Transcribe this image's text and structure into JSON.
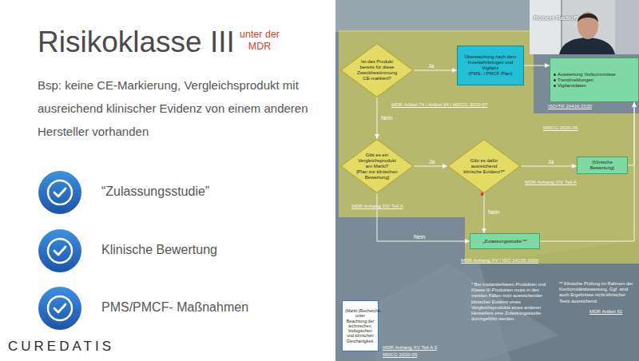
{
  "diagram": {
    "title": "Risikoklasse III",
    "nodes": [
      {
        "text": [
          "Ist das Produkt bereits für diese Zweckbestimmung CE-markiert?"
        ]
      },
      {
        "text": [
          "Überwachung nach dem Inverkehrbringen und Vigilanz",
          "(PMS- / PMCF-Plan)"
        ]
      },
      {
        "text": [
          "Auswertung Vorkommnisse",
          "Trendmeldungen",
          "Vigilanzdaten"
        ]
      },
      {
        "text": [
          "Gibt es ein Vergleichsprodukt am Markt?",
          "[Plan zur klinischen Bewertung]"
        ]
      },
      {
        "text": [
          "Gibt es dafür ausreichend klinische Evidenz?*"
        ]
      },
      {
        "text": [
          "(Klinische Bewertung)"
        ]
      },
      {
        "text": [
          "„Zulassungsstudie“**"
        ]
      },
      {
        "text": [
          "(Markt-)Recherche unter Beachtung der technischen, biologischen und klinischen Gleichartigkeit."
        ]
      }
    ],
    "edges": [
      {
        "from": 0,
        "to": 1,
        "arrow": "to",
        "label": "Ja"
      },
      {
        "from": 1,
        "to": 2,
        "arrow": "to"
      },
      {
        "from": 0,
        "to": 3,
        "arrow": "to",
        "label": "Nein"
      },
      {
        "from": 3,
        "to": 4,
        "arrow": "to",
        "label": "Ja"
      },
      {
        "from": 4,
        "to": 5,
        "arrow": "to",
        "label": "Ja"
      },
      {
        "from": 4,
        "to": 6,
        "arrow": "to",
        "label": "Nein"
      },
      {
        "from": 3,
        "to": 6,
        "arrow": "to",
        "label": "Nein"
      },
      {
        "from": 5,
        "to": 2,
        "arrow": "to"
      },
      {
        "from": 6,
        "to": 2,
        "arrow": "to"
      }
    ],
    "labels": [
      "unter der MDR",
      "Bsp: keine CE-Markierung, Vergleichsprodukt mit ausreichend klinischer Evidenz von einem anderen Hersteller vorhanden",
      "“Zulassungsstudie”",
      "Klinische Bewertung",
      "PMS/PMCF- Maßnahmen",
      "CUREDATIS",
      "Robert Radloff",
      "MDR Artikel 74 / Artikel 84 / MDCG 2020-07",
      "ISO/TR 20416:2020",
      "MDCG 2020-06",
      "MDR Anhang XIV Teil A",
      "MDR Anhang XIV Teil A",
      "MDR Anhang XV / ISO 14155:2020",
      "* Bei implantierbaren Produkten und Klasse III-Produkten muss in den meisten Fällen trotz ausreichender klinischer Evidenz eines Vergleichsprodukts eines anderen Herstellers eine Zulassungsstudie durchgeführt werden.",
      "** Klinische Prüfung im Rahmen der Konformitätsbewertung. Ggf. sind auch Ergebnisse nicht-klinischer Tests ausreichend.",
      "MDR Artikel 61",
      "MDR Anhang XV Teil A 3",
      "MDCG 2020-05"
    ]
  }
}
